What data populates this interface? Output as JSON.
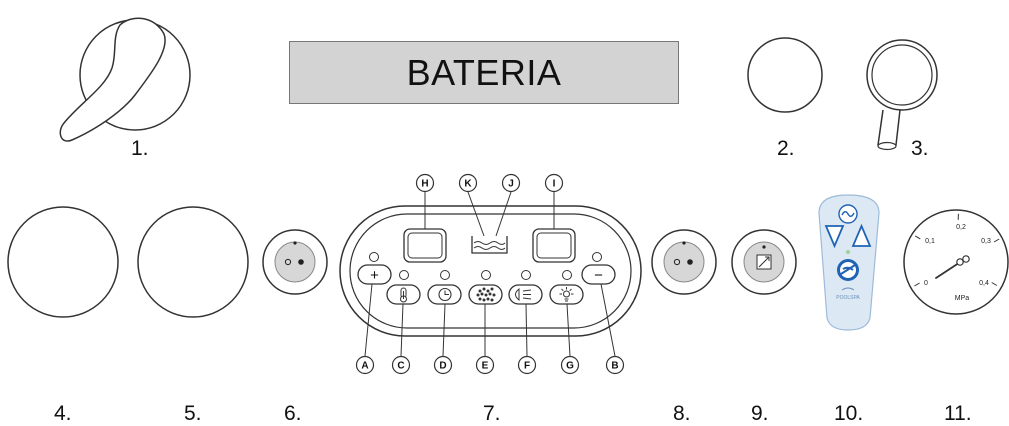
{
  "title": "BATERIA",
  "numbers": [
    "1.",
    "2.",
    "3.",
    "4.",
    "5.",
    "6.",
    "7.",
    "8.",
    "9.",
    "10.",
    "11."
  ],
  "panel_letters": [
    "A",
    "B",
    "C",
    "D",
    "E",
    "F",
    "G",
    "H",
    "I",
    "J",
    "K"
  ],
  "panel_buttons": {
    "plus": "+",
    "minus": "−"
  },
  "gauge": {
    "ticks": [
      "0",
      "0,1",
      "0,2",
      "0,3",
      "0,4"
    ],
    "unit": "MPa"
  },
  "remote_brand": "POOLSPA",
  "icons": [
    "lever-handle-icon",
    "button-icon",
    "magnifier-lamp-icon",
    "jet-nozzle-icon",
    "air-regulator-icon",
    "thermometer-icon",
    "clock-icon",
    "bubbles-icon",
    "headlight-icon",
    "light-bulb-icon",
    "water-level-icon",
    "wave-icon",
    "arrow-down-icon",
    "arrow-up-icon",
    "pressure-gauge-icon"
  ],
  "colors": {
    "remote_bg": "#dce9f5",
    "remote_accent": "#1f63b5",
    "button_fill": "#e3e3e3"
  }
}
